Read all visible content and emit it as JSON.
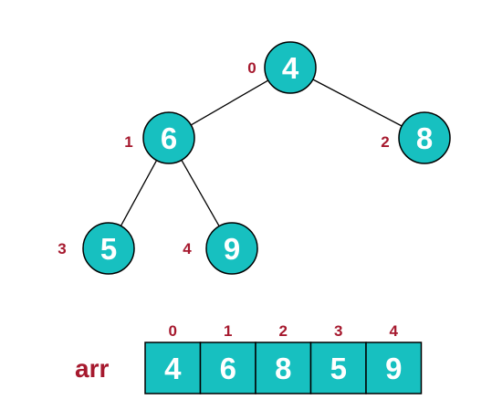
{
  "colors": {
    "node_fill": "#17c0c0",
    "node_stroke": "#000000",
    "node_text": "#ffffff",
    "index_label": "#a6192e",
    "edge": "#000000"
  },
  "tree": {
    "nodes": [
      {
        "value": "4",
        "index": "0"
      },
      {
        "value": "6",
        "index": "1"
      },
      {
        "value": "8",
        "index": "2"
      },
      {
        "value": "5",
        "index": "3"
      },
      {
        "value": "9",
        "index": "4"
      }
    ],
    "edges": [
      [
        0,
        1
      ],
      [
        0,
        2
      ],
      [
        1,
        3
      ],
      [
        1,
        4
      ]
    ]
  },
  "array": {
    "label": "arr",
    "cells": [
      {
        "value": "4",
        "index": "0"
      },
      {
        "value": "6",
        "index": "1"
      },
      {
        "value": "8",
        "index": "2"
      },
      {
        "value": "5",
        "index": "3"
      },
      {
        "value": "9",
        "index": "4"
      }
    ]
  }
}
